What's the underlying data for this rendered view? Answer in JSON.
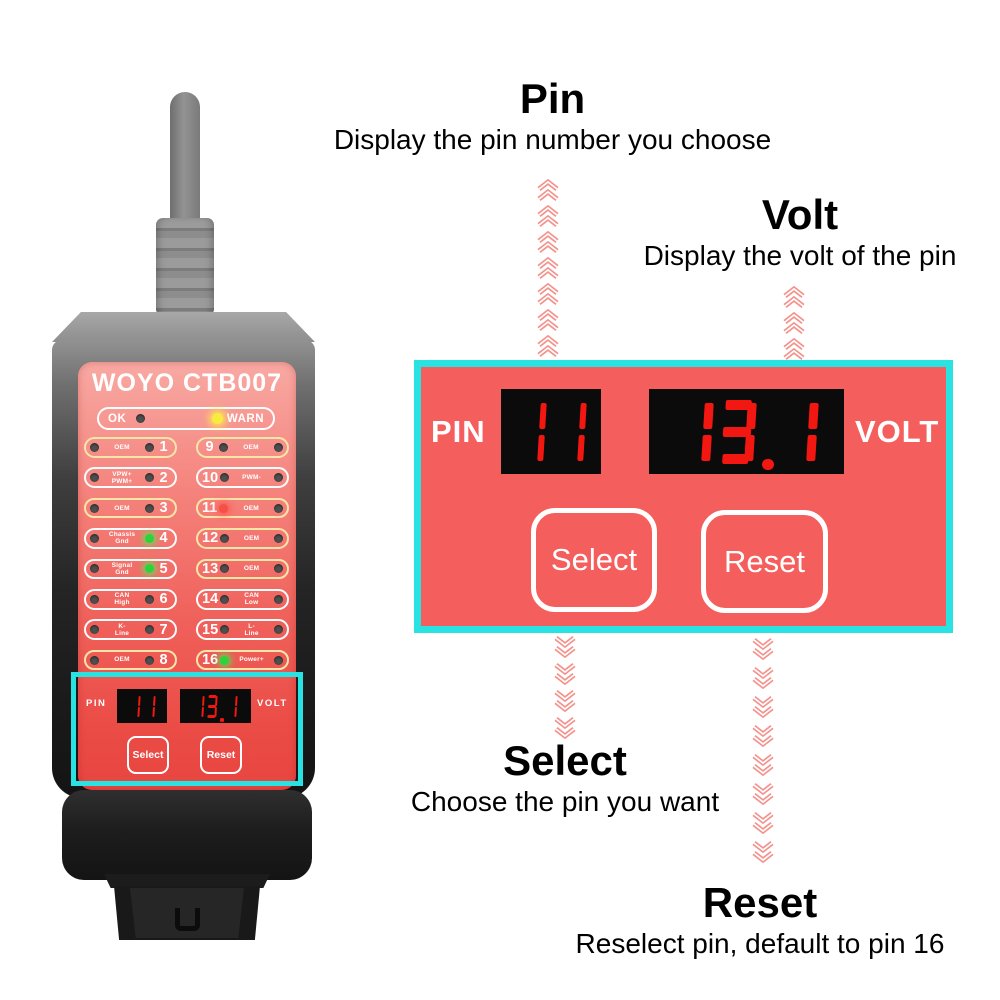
{
  "colors": {
    "highlight_cyan": "#29e2e2",
    "panel_red": "#f45e5c",
    "segment_red": "#f21711",
    "arrow_salmon": "#f4928c",
    "led_green": "#2bd43a",
    "led_red": "#f25048",
    "led_yellow": "#f7ec3d"
  },
  "annotations": {
    "pin": {
      "title": "Pin",
      "desc": "Display the pin number you choose"
    },
    "volt": {
      "title": "Volt",
      "desc": "Display the volt of the pin"
    },
    "select": {
      "title": "Select",
      "desc": "Choose the pin you want"
    },
    "reset": {
      "title": "Reset",
      "desc": "Reselect pin, default to pin 16"
    }
  },
  "device": {
    "brand": "WOYO CTB007",
    "status": {
      "ok_label": "OK",
      "warn_label": "WARN",
      "ok_led": "off",
      "warn_led": "yellow"
    },
    "pins_left": [
      {
        "num": "1",
        "label": "OEM",
        "led_a": "off",
        "led_b": "off",
        "outline": "yellow"
      },
      {
        "num": "2",
        "label": "VPW+\nPWM+",
        "led_a": "off",
        "led_b": "off",
        "outline": "white"
      },
      {
        "num": "3",
        "label": "OEM",
        "led_a": "off",
        "led_b": "off",
        "outline": "yellow"
      },
      {
        "num": "4",
        "label": "Chassis\nGnd",
        "led_a": "green",
        "led_b": "off",
        "outline": "white"
      },
      {
        "num": "5",
        "label": "Signal\nGnd",
        "led_a": "green",
        "led_b": "off",
        "outline": "white"
      },
      {
        "num": "6",
        "label": "CAN\nHigh",
        "led_a": "off",
        "led_b": "off",
        "outline": "white"
      },
      {
        "num": "7",
        "label": "K-\nLine",
        "led_a": "off",
        "led_b": "off",
        "outline": "white"
      },
      {
        "num": "8",
        "label": "OEM",
        "led_a": "off",
        "led_b": "off",
        "outline": "yellow"
      }
    ],
    "pins_right": [
      {
        "num": "9",
        "label": "OEM",
        "led_a": "off",
        "led_b": "off",
        "outline": "yellow"
      },
      {
        "num": "10",
        "label": "PWM-",
        "led_a": "off",
        "led_b": "off",
        "outline": "white"
      },
      {
        "num": "11",
        "label": "OEM",
        "led_a": "red",
        "led_b": "off",
        "outline": "yellow"
      },
      {
        "num": "12",
        "label": "OEM",
        "led_a": "off",
        "led_b": "off",
        "outline": "yellow"
      },
      {
        "num": "13",
        "label": "OEM",
        "led_a": "off",
        "led_b": "off",
        "outline": "yellow"
      },
      {
        "num": "14",
        "label": "CAN\nLow",
        "led_a": "off",
        "led_b": "off",
        "outline": "white"
      },
      {
        "num": "15",
        "label": "L-\nLine",
        "led_a": "off",
        "led_b": "off",
        "outline": "white"
      },
      {
        "num": "16",
        "label": "Power+",
        "led_a": "green",
        "led_b": "off",
        "outline": "yellow"
      }
    ],
    "display": {
      "pin_label": "PIN",
      "volt_label": "VOLT",
      "pin_value": "11",
      "volt_value": "13.1",
      "select_label": "Select",
      "reset_label": "Reset"
    }
  },
  "zoom_panel": {
    "pin_label": "PIN",
    "volt_label": "VOLT",
    "pin_value": "11",
    "volt_value": "13.1",
    "select_label": "Select",
    "reset_label": "Reset"
  }
}
